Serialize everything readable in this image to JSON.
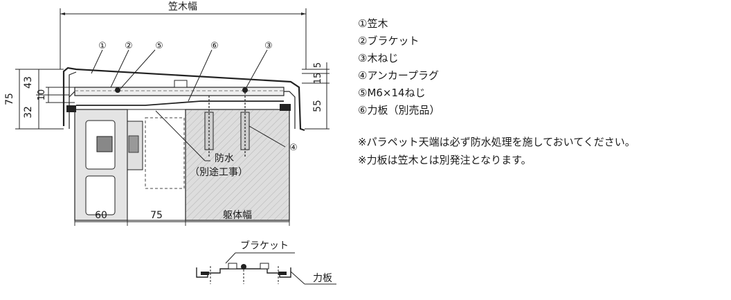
{
  "diagram": {
    "top_dimension": "笠木幅",
    "markers": [
      "①",
      "②",
      "⑤",
      "⑥",
      "③",
      "④"
    ],
    "left_dims": {
      "total": "75",
      "upper": "43",
      "inner": "10",
      "lower": "32"
    },
    "right_dims": {
      "top": "5",
      "mid": "15",
      "lower": "55"
    },
    "waterproof_line1": "防水",
    "waterproof_line2": "（別途工事）",
    "bottom_dims": [
      "60",
      "75",
      "躯体幅"
    ],
    "detail": {
      "bracket_label": "ブラケット",
      "plate_label": "力板"
    }
  },
  "legend": [
    "①笠木",
    "②ブラケット",
    "③木ねじ",
    "④アンカープラグ",
    "⑤M6×14ねじ",
    "⑥力板（別売品）"
  ],
  "notes": [
    "※パラペット天端は必ず防水処理を施しておいてください。",
    "※力板は笠木とは別発注となります。"
  ]
}
